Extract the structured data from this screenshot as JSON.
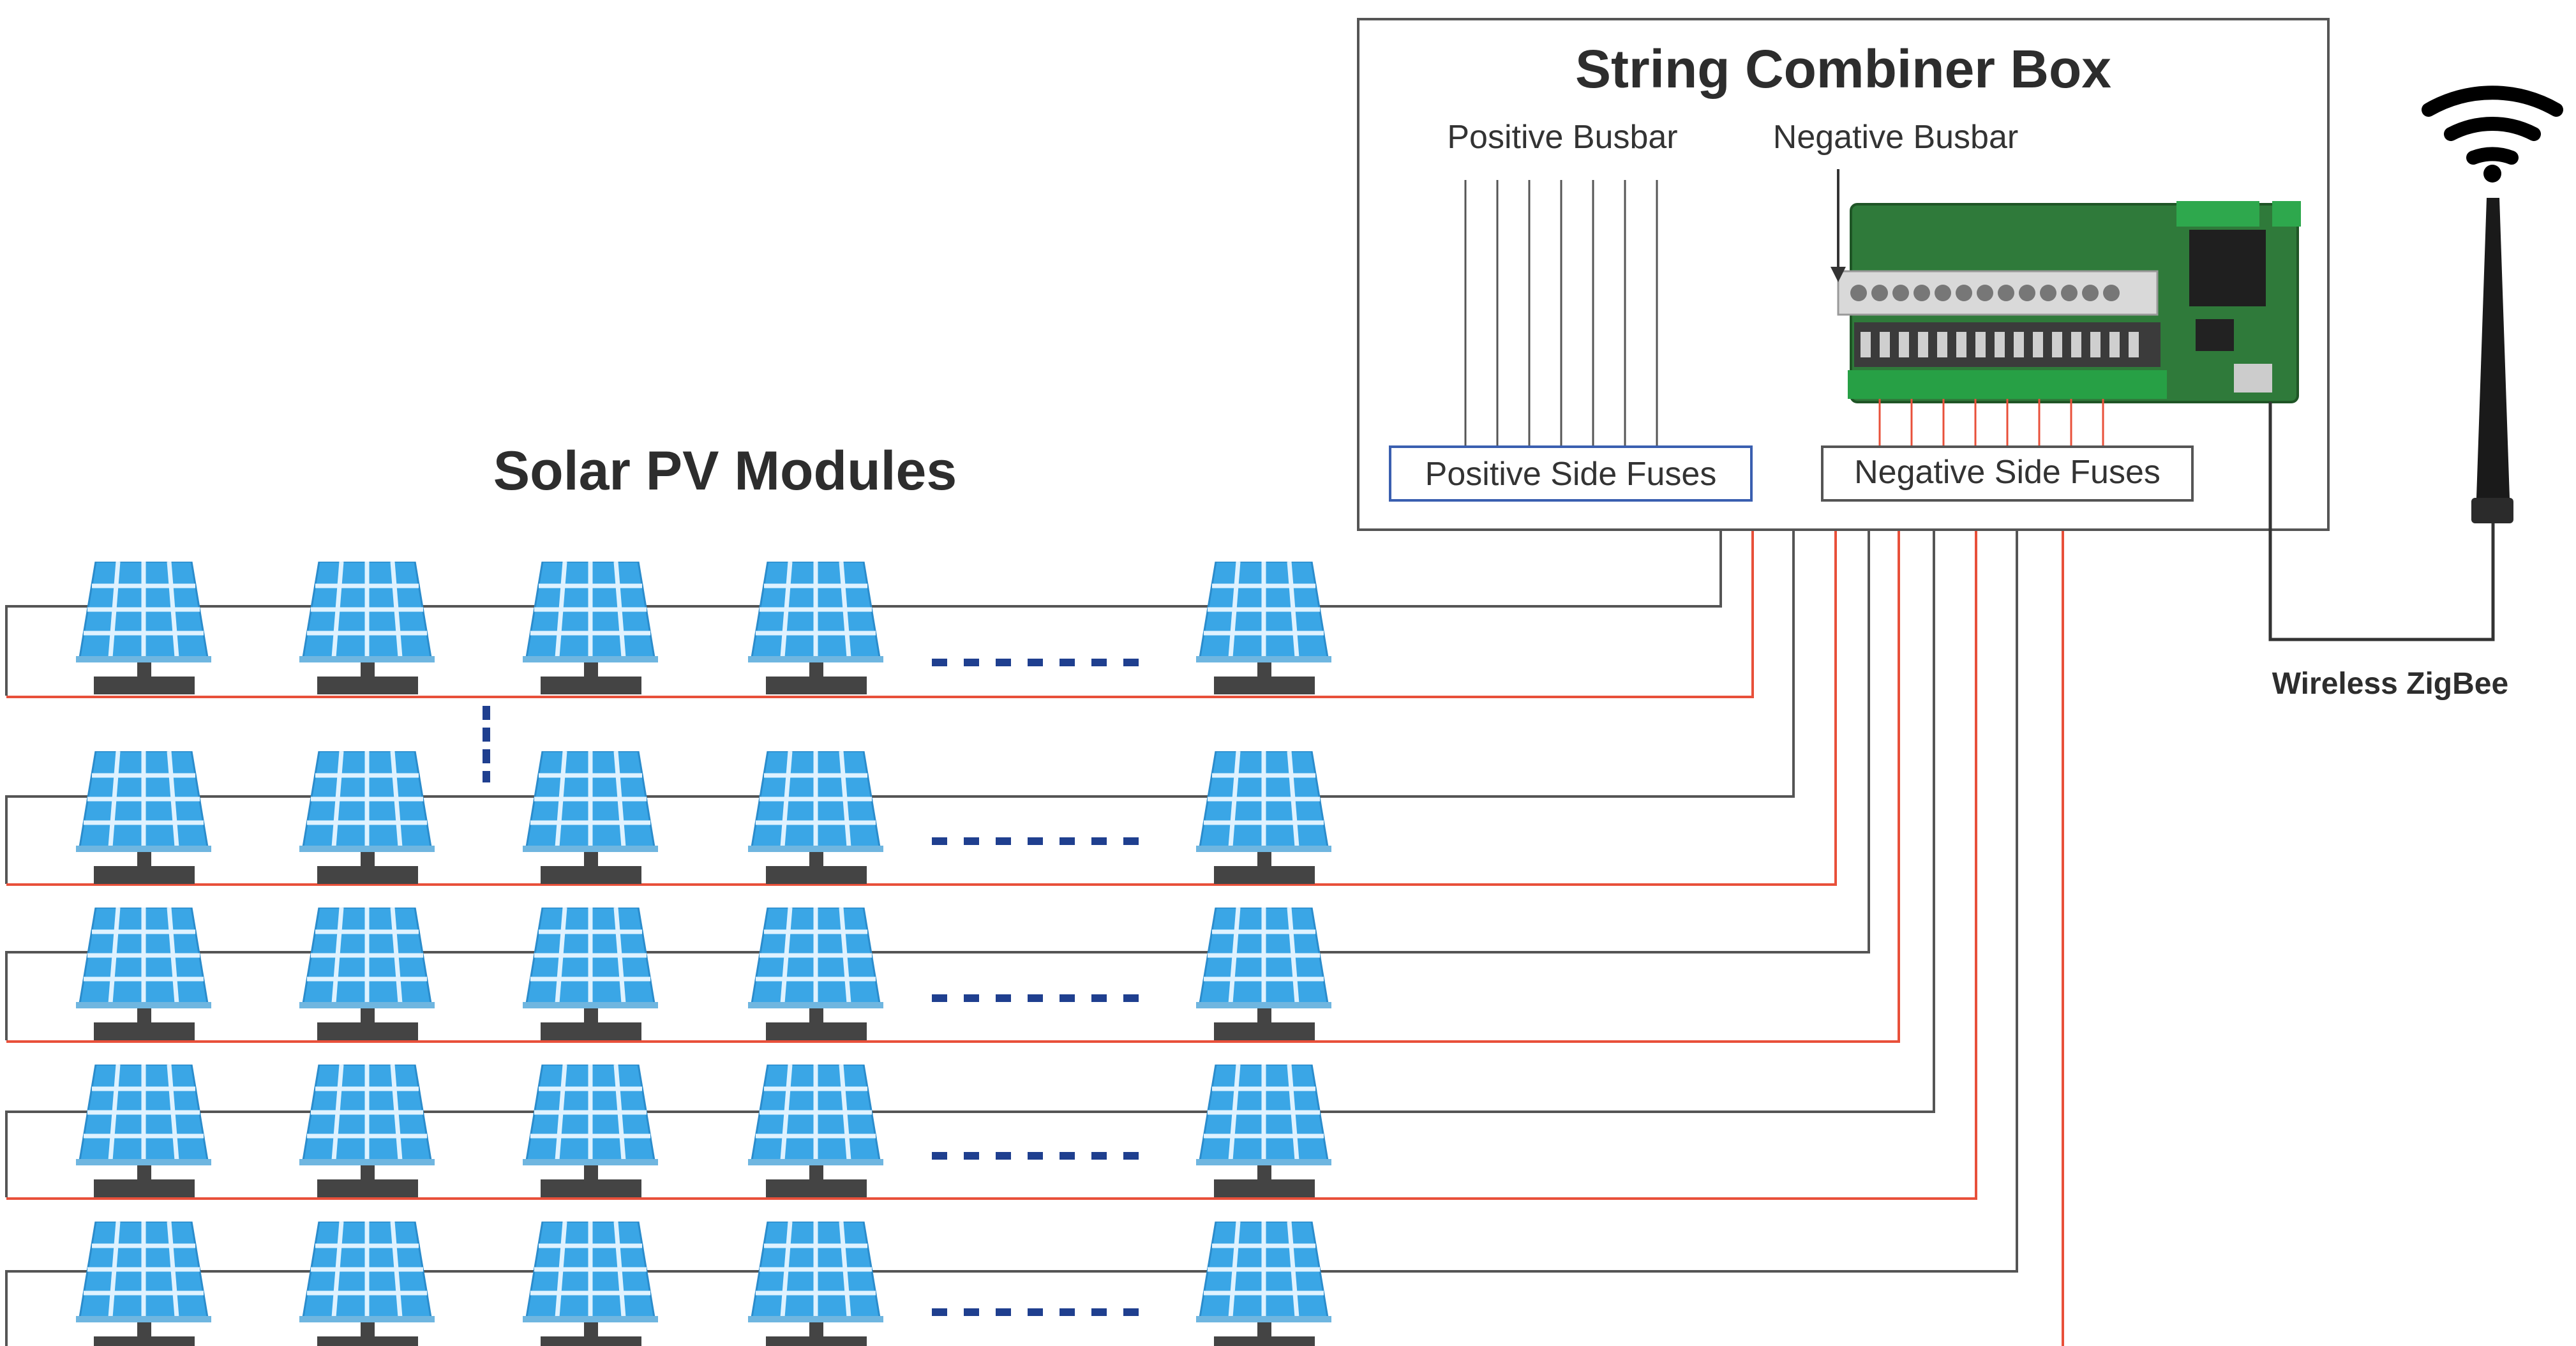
{
  "diagram": {
    "pv_title": "Solar PV Modules",
    "combiner_title": "String Combiner Box",
    "positive_busbar": "Positive Busbar",
    "negative_busbar": "Negative Busbar",
    "positive_fuses": "Positive Side Fuses",
    "negative_fuses": "Negative Side Fuses",
    "wireless": "Wireless ZigBee",
    "string_count": 5,
    "panels_per_row_shown": 5,
    "icons": [
      "solar-panel-icon",
      "wifi-icon",
      "antenna-icon",
      "circuit-board-icon"
    ],
    "colors": {
      "positive_wire": "#e8503a",
      "negative_wire": "#555555",
      "panel_blue": "#3aa6e6",
      "dots": "#1f3f8f",
      "positive_box_border": "#3a5fb0"
    }
  }
}
